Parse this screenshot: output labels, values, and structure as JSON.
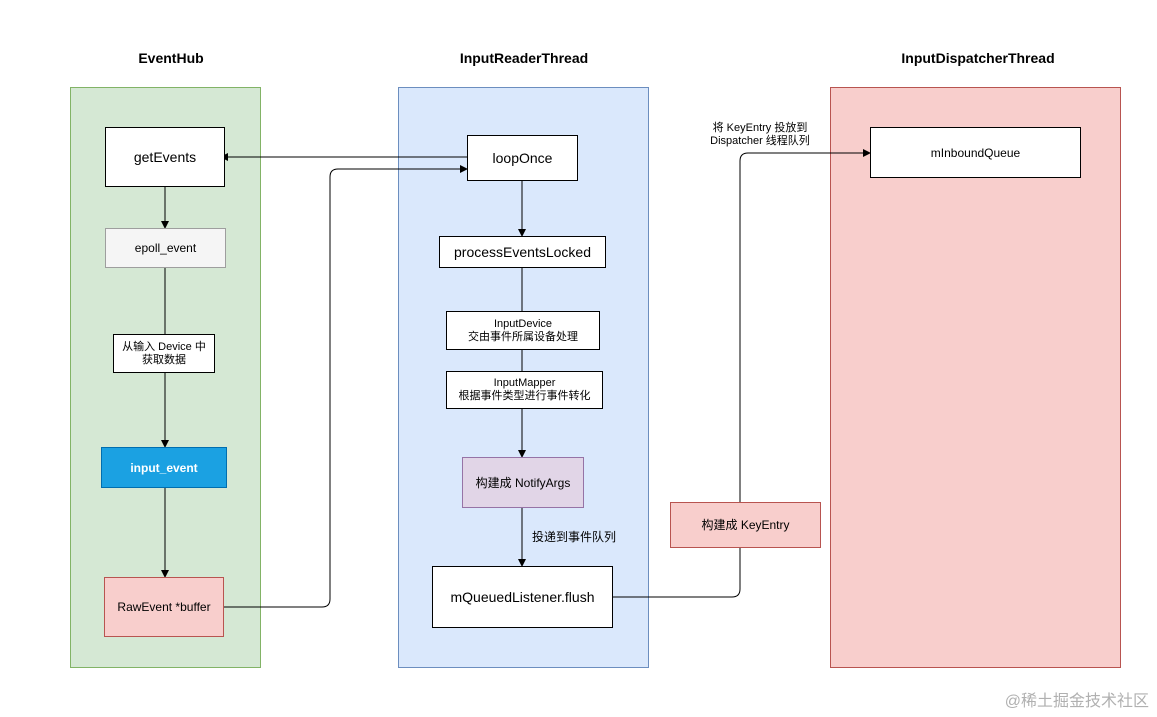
{
  "columns": {
    "eventhub": "EventHub",
    "reader": "InputReaderThread",
    "dispatcher": "InputDispatcherThread"
  },
  "eventhub": {
    "get_events": "getEvents",
    "epoll_event": "epoll_event",
    "read_device_line1": "从输入  Device 中",
    "read_device_line2": "获取数据",
    "input_event": "input_event",
    "raw_event": "RawEvent *buffer"
  },
  "reader": {
    "loop_once": "loopOnce",
    "process_events": "processEventsLocked",
    "input_device_line1": "InputDevice",
    "input_device_line2": "交由事件所属设备处理",
    "input_mapper_line1": "InputMapper",
    "input_mapper_line2": "根据事件类型进行事件转化",
    "notify_args": "构建成 NotifyArgs",
    "deliver_label": "投递到事件队列",
    "flush": "mQueuedListener.flush"
  },
  "dispatcher": {
    "inbound_queue": "mInboundQueue",
    "key_entry": "构建成 KeyEntry",
    "deliver_line1": "将 KeyEntry 投放到",
    "deliver_line2": "Dispatcher 线程队列"
  },
  "watermark": "@稀土掘金技术社区",
  "colors": {
    "green_lane": "#d5e8d4",
    "blue_lane": "#dae8fc",
    "red_lane": "#f8cecc",
    "input_event_fill": "#1ba1e2",
    "notify_args_fill": "#e1d5e7"
  }
}
